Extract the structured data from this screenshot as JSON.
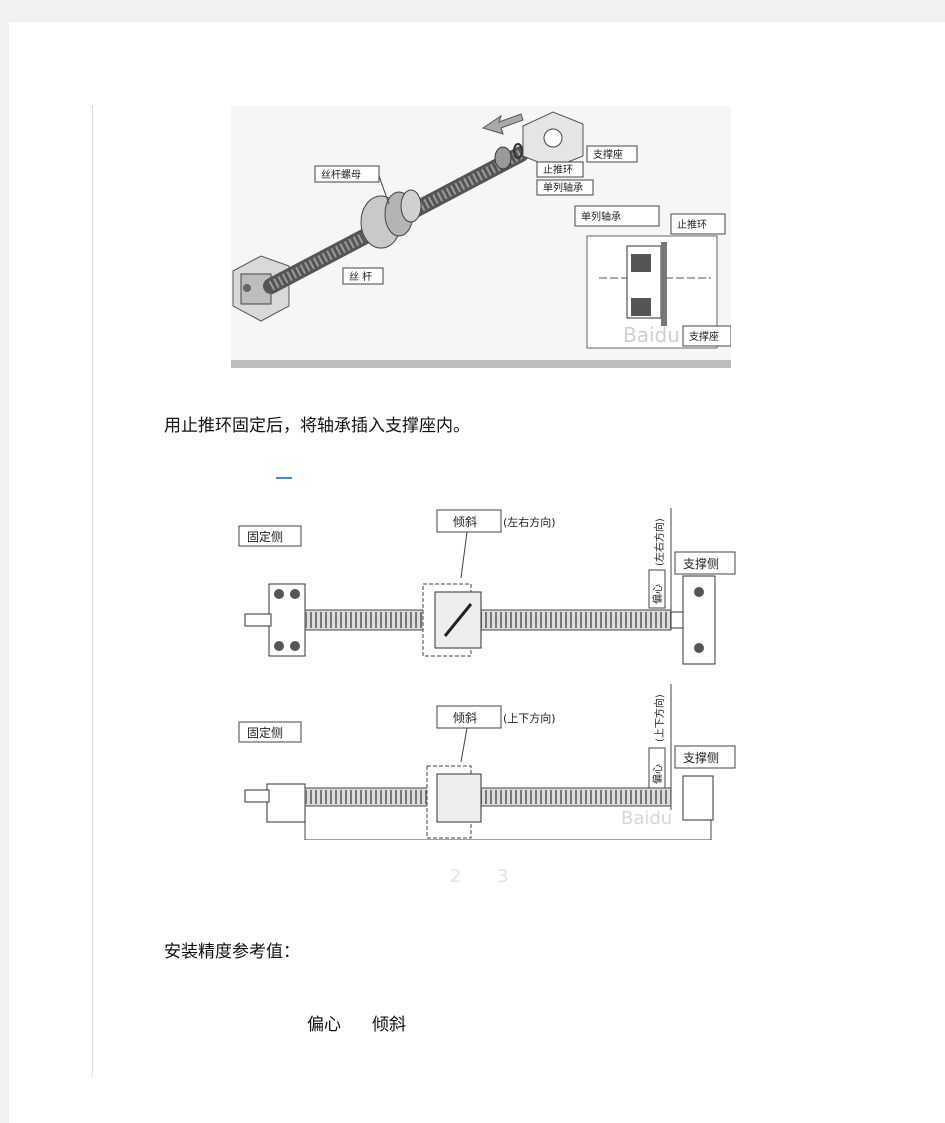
{
  "figure1": {
    "labels": {
      "nut": "丝杆螺母",
      "screw": "丝 杆",
      "support_seat": "支撑座",
      "stop_ring": "止推环",
      "single_bearing": "单列轴承",
      "detail_bearing": "单列轴承",
      "detail_stop_ring": "止推环",
      "detail_support": "支撑座"
    },
    "watermark": "Baidu"
  },
  "paragraph1": "用止推环固定后，将轴承插入支撑座内。",
  "figure2": {
    "top": {
      "fixed_side": "固定侧",
      "support_side": "支撑侧",
      "tilt": "倾斜",
      "direction": "(左右方向)",
      "vertical_direction": "(左右方向)",
      "eccentric": "偏心"
    },
    "bottom": {
      "fixed_side": "固定侧",
      "support_side": "支撑侧",
      "tilt": "倾斜",
      "direction": "(上下方向)",
      "vertical_direction": "(上下方向)",
      "eccentric": "偏心"
    },
    "watermark": "Baidu"
  },
  "step_numbers": [
    "2",
    "3"
  ],
  "paragraph2": "安装精度参考值：",
  "table_headers": [
    "偏心",
    "倾斜"
  ]
}
